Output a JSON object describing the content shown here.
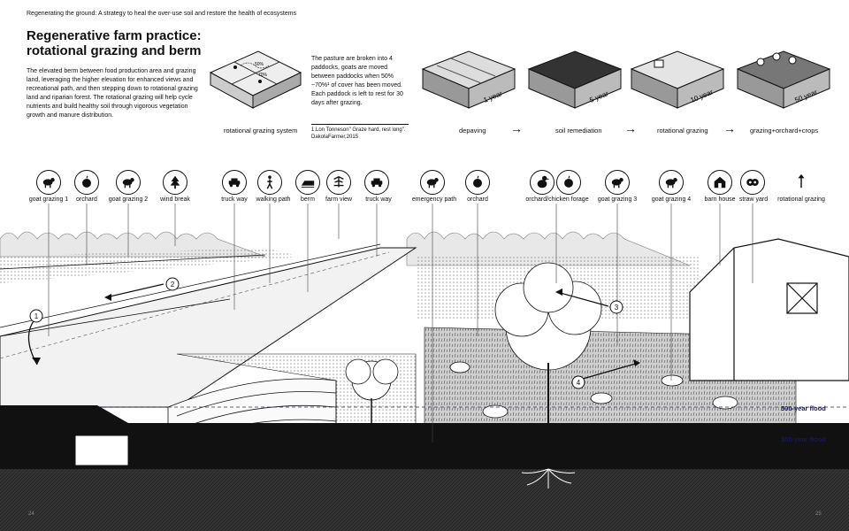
{
  "header": {
    "top_title": "Regenerating the ground: A strategy to heal the over-use soil and restore the health of ecosystems",
    "heading_line1": "Regenerative farm practice:",
    "heading_line2": "rotational grazing and berm",
    "intro": "The elevated berm between food production area and grazing land, leveraging the higher elevation for enhanced views and recreational path, and then stepping down to rotational grazing land and riparian forest. The rotational grazing will help cycle nutrients and build healthy soil through vigorous vegetation growth and manure distribution."
  },
  "grazing_system": {
    "caption": "rotational grazing system",
    "paddock_labels": [
      "50%",
      "70%"
    ],
    "note": "The pasture are broken into 4 paddocks, goats are moved between paddocks when 50% ~70%¹ of cover has been moved. Each paddock is left to rest for 30 days after grazing.",
    "footnote": "1.Lon Tonneson\" Graze hard, rest long\". DakotaFarmer,2015"
  },
  "timeline": {
    "stages": [
      {
        "label": "depaving",
        "year": "1 year"
      },
      {
        "label": "soil remediation",
        "year": "5 year"
      },
      {
        "label": "rotational grazing",
        "year": "10 year"
      },
      {
        "label": "grazing+orchard+crops",
        "year": "50 year"
      }
    ],
    "arrow": "→"
  },
  "legend": {
    "items": [
      {
        "label": "goat grazing 1",
        "icon": "goat-icon"
      },
      {
        "label": "orchard",
        "icon": "apple-icon"
      },
      {
        "label": "goat grazing 2",
        "icon": "goat-icon"
      },
      {
        "label": "wind break",
        "icon": "pine-tree-icon"
      },
      {
        "label": "truck way",
        "icon": "truck-icon"
      },
      {
        "label": "walking path",
        "icon": "walking-person-icon"
      },
      {
        "label": "berm",
        "icon": "berm-icon"
      },
      {
        "label": "farm view",
        "icon": "binoculars-icon"
      },
      {
        "label": "truck way",
        "icon": "truck-icon"
      },
      {
        "label": "emergency path",
        "icon": "goat-icon"
      },
      {
        "label": "orchard",
        "icon": "apple-icon"
      },
      {
        "label": "orchard/chicken forage",
        "icon": "chicken-apple-icon"
      },
      {
        "label": "goat grazing 3",
        "icon": "goat-icon"
      },
      {
        "label": "goat grazing 4",
        "icon": "goat-icon"
      },
      {
        "label": "barn house",
        "icon": "barn-icon"
      },
      {
        "label": "straw yard",
        "icon": "hay-bale-icon"
      },
      {
        "label": "rotational grazing",
        "icon": "up-arrow-icon"
      }
    ]
  },
  "section": {
    "markers": [
      "1",
      "2",
      "3",
      "4"
    ],
    "flood_500": "500-year flood",
    "flood_100": "100-year flood",
    "page_left": "24",
    "page_right": "25"
  }
}
